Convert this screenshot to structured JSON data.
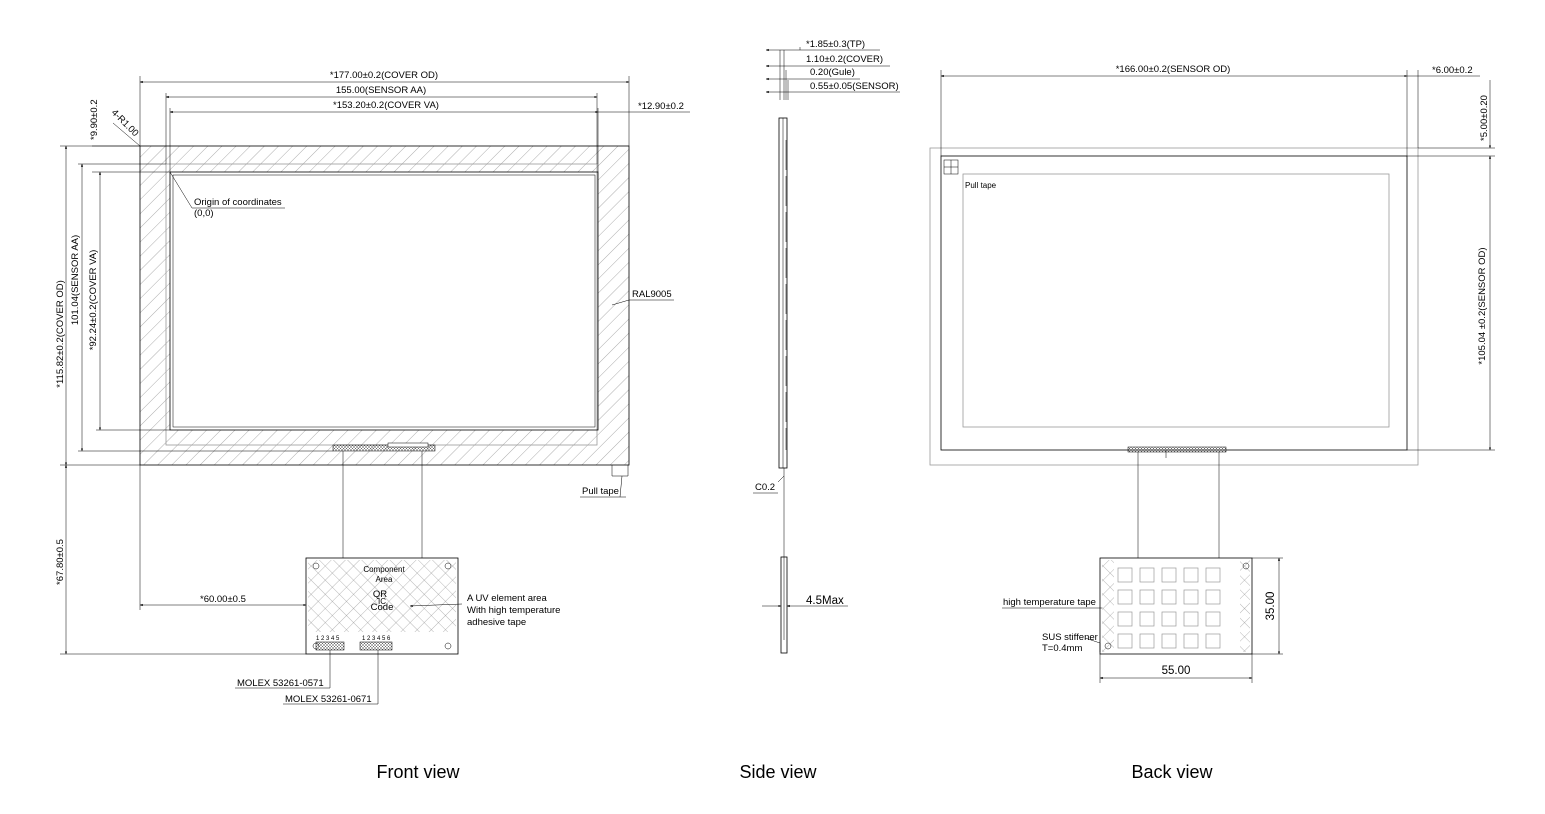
{
  "views": {
    "front": {
      "title": "Front view",
      "dims": {
        "cover_od_w": "*177.00±0.2(COVER OD)",
        "sensor_aa_w": "155.00(SENSOR AA)",
        "cover_va_w": "*153.20±0.2(COVER VA)",
        "right_margin": "*12.90±0.2",
        "top_margin": "*9.90±0.2",
        "corner_radius": "4-R1.00",
        "cover_od_h": "*115.82±0.2(COVER OD)",
        "sensor_aa_h": "101.04(SENSOR AA)",
        "cover_va_h": "*92.24±0.2(COVER VA)",
        "tail_length": "*67.80±0.5",
        "tail_offset": "*60.00±0.5"
      },
      "notes": {
        "origin_line1": "Origin of coordinates",
        "origin_line2": "(0,0)",
        "ral": "RAL9005",
        "pull_tape": "Pull tape",
        "component_area_1": "Component",
        "component_area_2": "Area",
        "qr": "QR",
        "ic": "IC",
        "code": "Code",
        "uv_1": "A UV element area",
        "uv_2": "With high temperature",
        "uv_3": "adhesive tape",
        "molex_1": "MOLEX 53261-0571",
        "molex_2": "MOLEX 53261-0671",
        "conn_pins_1": "1 2 3 4 5",
        "conn_pins_2": "1 2 3 4 5 6"
      }
    },
    "side": {
      "title": "Side view",
      "dims": {
        "tp": "*1.85±0.3(TP)",
        "cover": "1.10±0.2(COVER)",
        "glue": "0.20(Gule)",
        "sensor": "0.55±0.05(SENSOR)",
        "chamfer": "C0.2",
        "max": "4.5Max"
      }
    },
    "back": {
      "title": "Back view",
      "dims": {
        "sensor_od_w": "*166.00±0.2(SENSOR OD)",
        "right_offset": "*6.00±0.2",
        "top_offset": "*5.00±0.20",
        "sensor_od_h": "*105.04 ±0.2(SENSOR OD)",
        "stiffener_h": "35.00",
        "stiffener_w": "55.00"
      },
      "notes": {
        "pull_tape": "Pull tape",
        "high_temp_tape": "high temperature tape",
        "sus_1": "SUS stiffener",
        "sus_2": "T=0.4mm"
      }
    }
  }
}
